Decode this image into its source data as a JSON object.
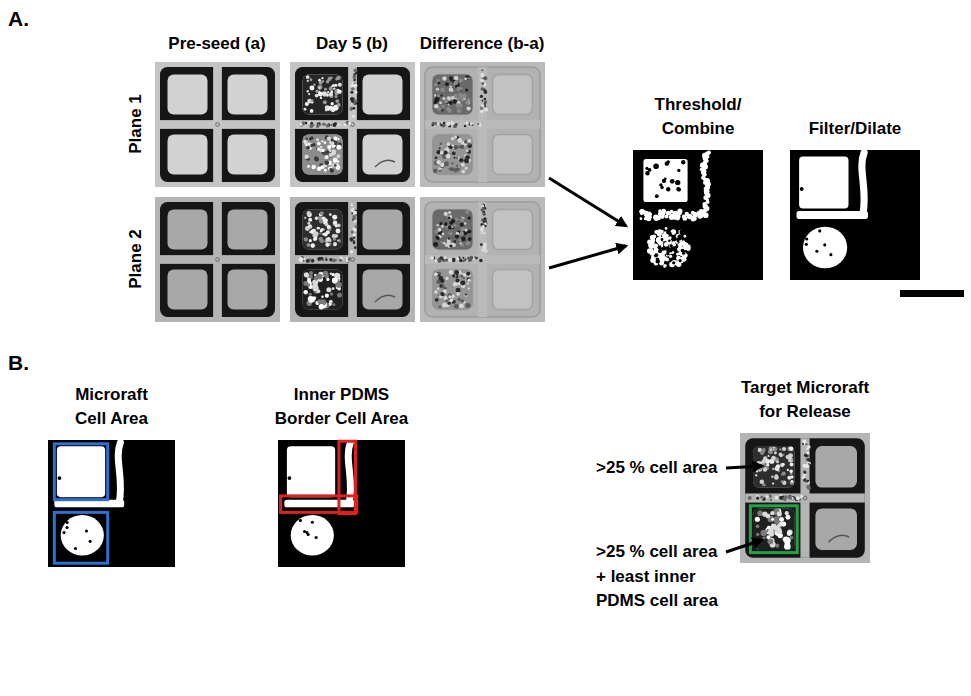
{
  "diagram": {
    "nodes": [
      {
        "text": [
          "Threshold/ Combine"
        ]
      },
      {
        "text": [
          "Filter/Dilate"
        ]
      },
      {
        "text": [
          "Microraft Cell Area"
        ]
      },
      {
        "text": [
          "Inner PDMS Border Cell Area"
        ]
      },
      {
        "text": [
          "Target Microraft for Release"
        ]
      }
    ],
    "labels": [
      "A.",
      "Pre-seed (a)",
      "Day 5 (b)",
      "Difference (b-a)",
      "Plane 1",
      "Plane 2",
      "B.",
      ">25 % cell area",
      ">25 % cell area + least inner PDMS cell area"
    ]
  }
}
